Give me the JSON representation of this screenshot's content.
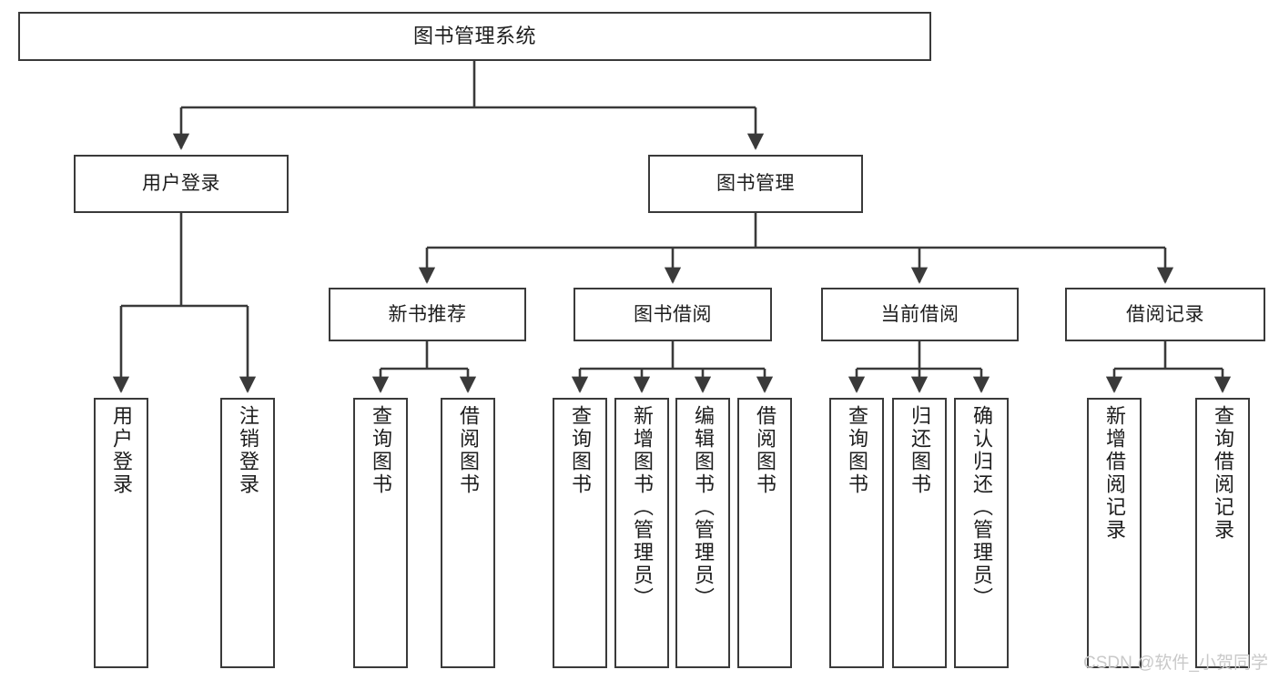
{
  "diagram": {
    "title": "图书管理系统",
    "type": "hierarchy-tree",
    "levels": 4,
    "colors": {
      "background": "#ffffff",
      "node_fill": "#ffffff",
      "node_border": "#3a3a3a",
      "edge": "#3a3a3a",
      "text": "#1d1d1d",
      "watermark": "#c9c9c9"
    }
  },
  "root": {
    "label": "图书管理系统"
  },
  "level2": [
    {
      "label": "用户登录"
    },
    {
      "label": "图书管理"
    }
  ],
  "level3": [
    {
      "label": "新书推荐"
    },
    {
      "label": "图书借阅"
    },
    {
      "label": "当前借阅"
    },
    {
      "label": "借阅记录"
    }
  ],
  "leaves": {
    "user_login": [
      {
        "label": "用户登录"
      },
      {
        "label": "注销登录"
      }
    ],
    "new_book_recommend": [
      {
        "label": "查询图书"
      },
      {
        "label": "借阅图书"
      }
    ],
    "book_borrow": [
      {
        "label": "查询图书"
      },
      {
        "label": "新增图书（管理员）"
      },
      {
        "label": "编辑图书（管理员）"
      },
      {
        "label": "借阅图书"
      }
    ],
    "current_borrow": [
      {
        "label": "查询图书"
      },
      {
        "label": "归还图书"
      },
      {
        "label": "确认归还（管理员）"
      }
    ],
    "borrow_record": [
      {
        "label": "新增借阅记录"
      },
      {
        "label": "查询借阅记录"
      }
    ]
  },
  "watermark": {
    "text": "CSDN @软件_小贺同学"
  }
}
